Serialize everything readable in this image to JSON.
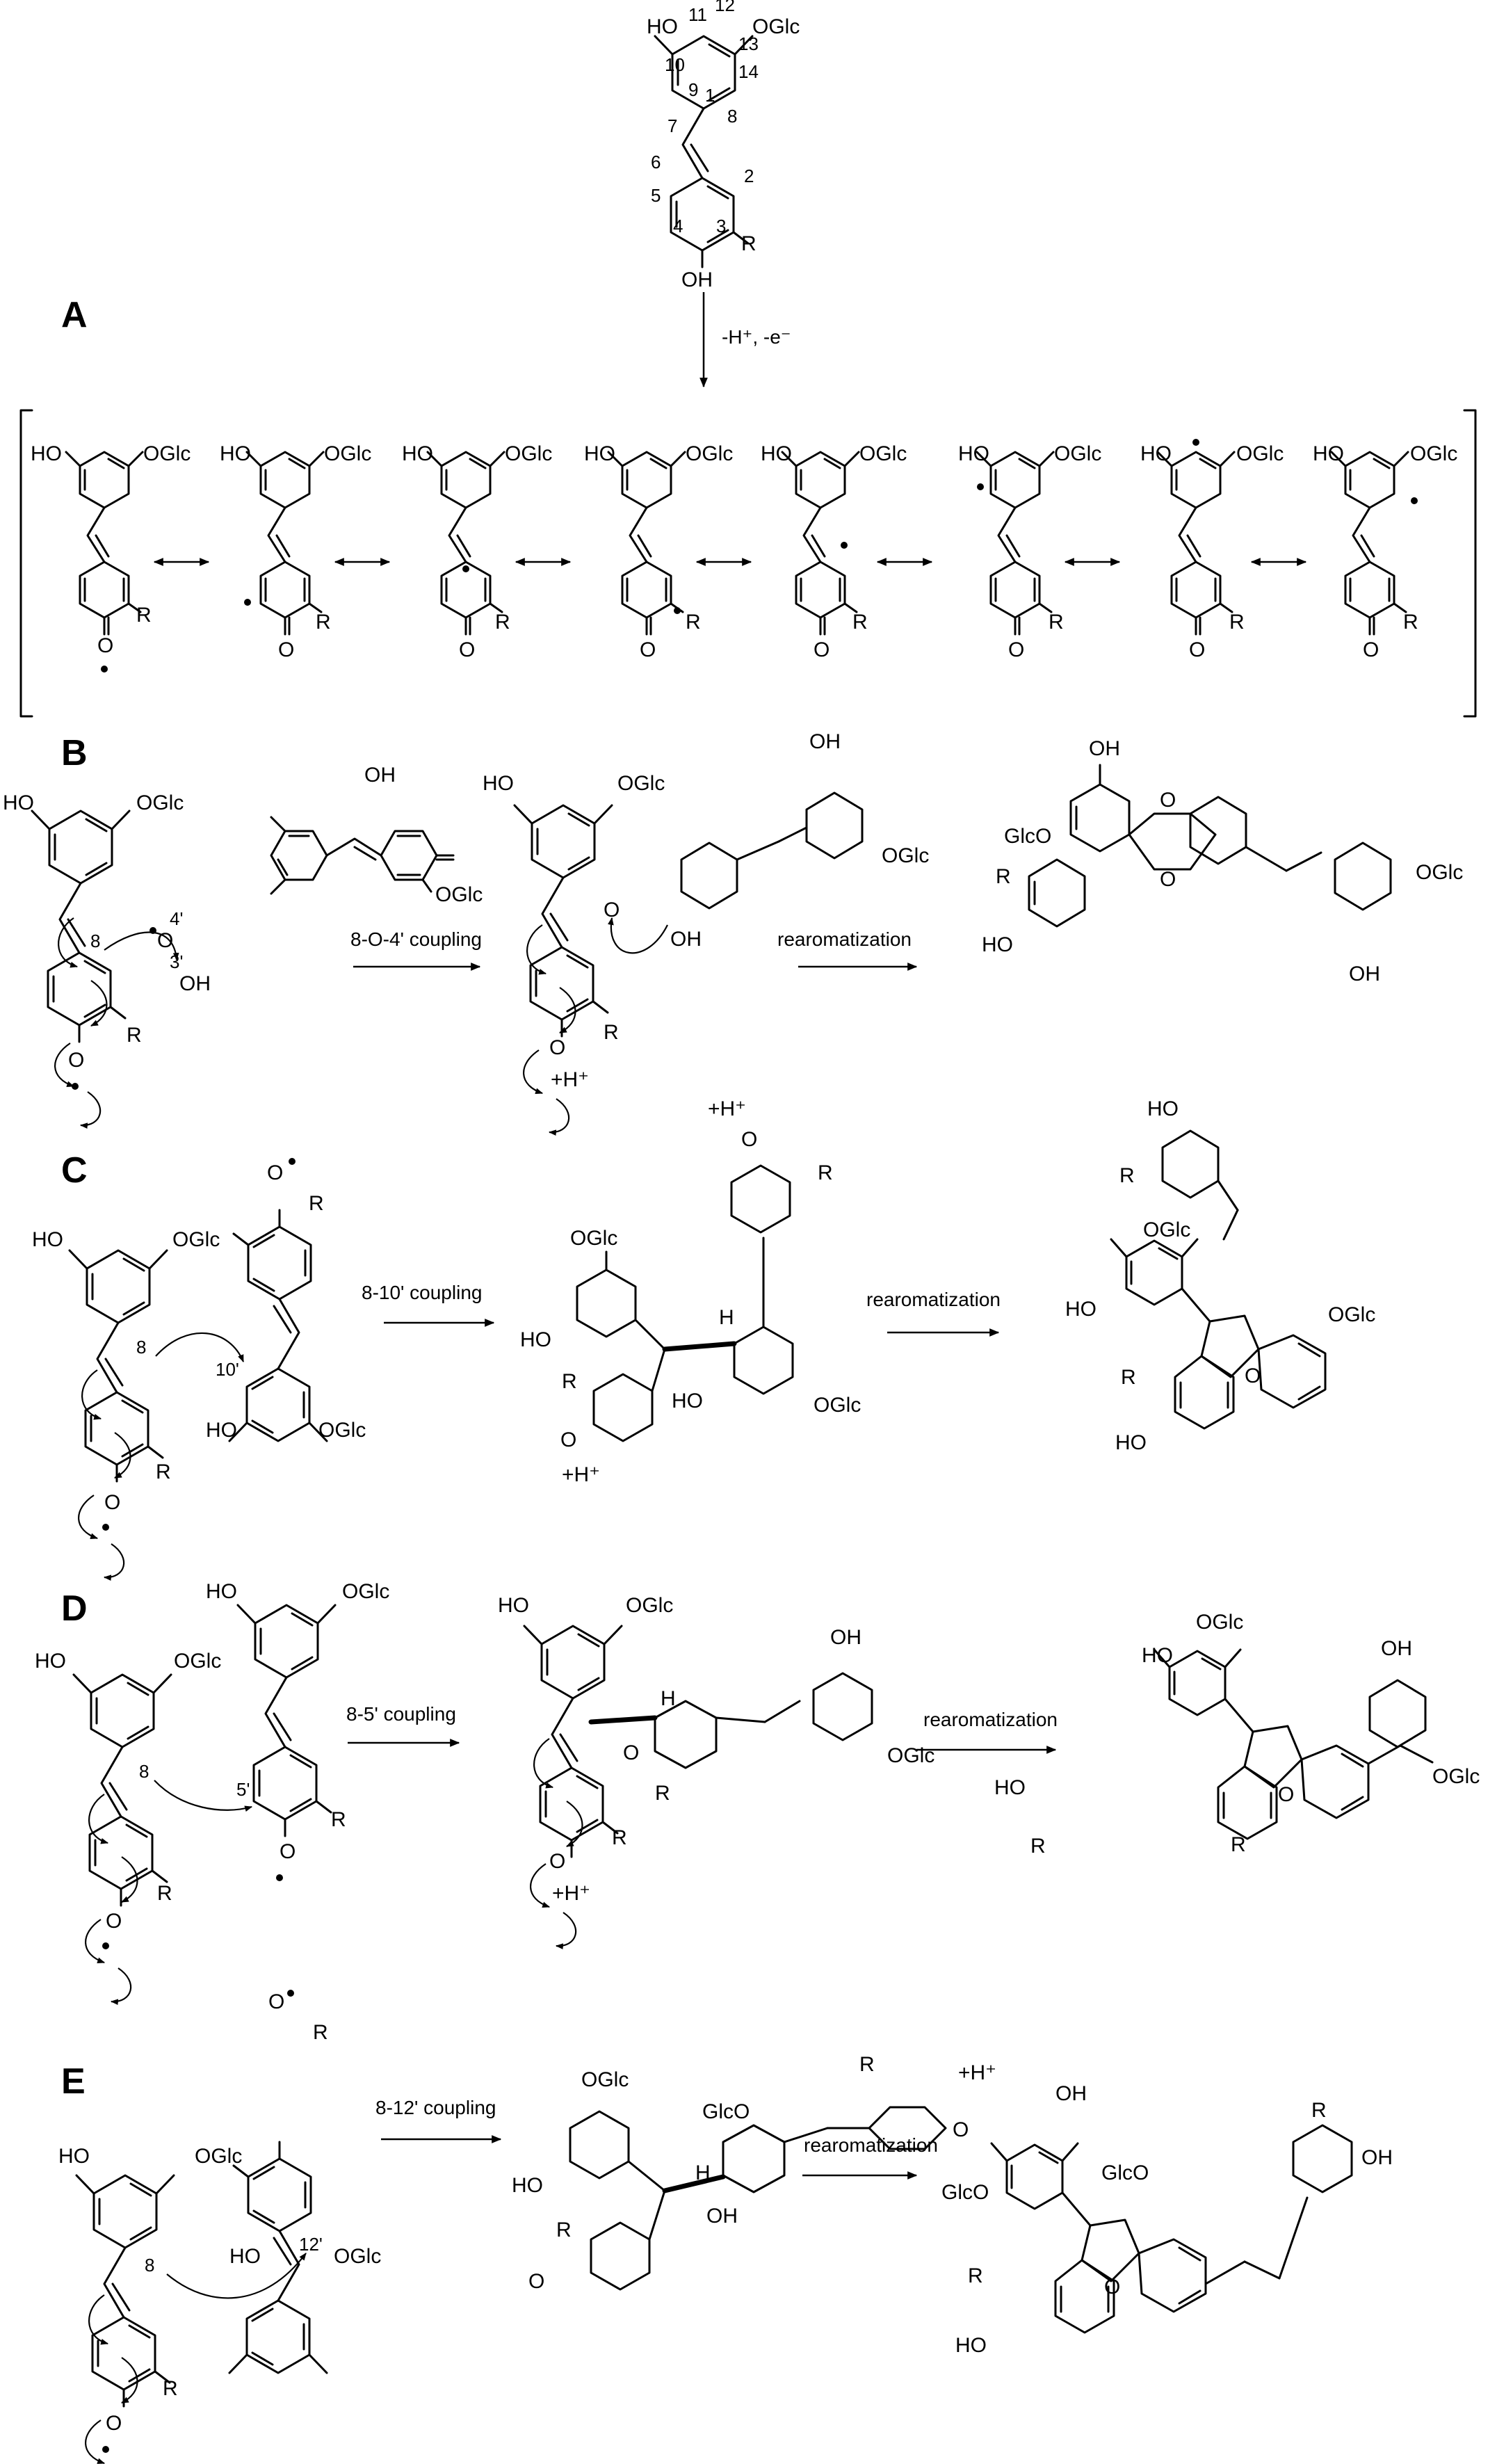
{
  "panels": [
    "A",
    "B",
    "C",
    "D",
    "E"
  ],
  "atom_labels": {
    "HO": "HO",
    "OH": "OH",
    "OGlc": "OGlc",
    "GlcO": "GlcO",
    "R": "R",
    "O": "O",
    "H": "H",
    "Hplus": "+H⁺"
  },
  "locants": {
    "start": [
      "1",
      "2",
      "3",
      "4",
      "5",
      "6",
      "7",
      "8",
      "9",
      "10",
      "11",
      "12",
      "13",
      "14"
    ],
    "b_8": "8",
    "b_4p": "4'",
    "b_3p": "3'",
    "c_8": "8",
    "c_10p": "10'",
    "d_8": "8",
    "d_5p": "5'",
    "e_8": "8",
    "e_12p": "12'"
  },
  "steps": {
    "oxidation": "-H⁺, -e⁻",
    "b_coupling": "8-O-4' coupling",
    "c_coupling": "8-10' coupling",
    "d_coupling": "8-5' coupling",
    "e_coupling": "8-12' coupling",
    "rearomatization": "rearomatization"
  }
}
